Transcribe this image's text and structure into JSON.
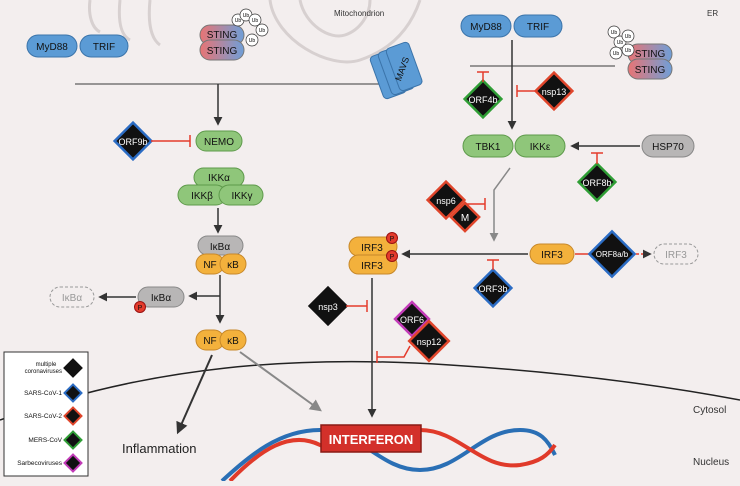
{
  "compartments": {
    "mitochondrion": "Mitochondrion",
    "er": "ER",
    "cytosol": "Cytosol",
    "nucleus": "Nucleus"
  },
  "left_pathway": {
    "myd88": "MyD88",
    "trif": "TRIF",
    "sting_top": "STING",
    "sting_bottom": "STING",
    "ub": "Ub",
    "mavs": "MAVS",
    "nemo": "NEMO",
    "ikka": "IKKα",
    "ikkb": "IKKβ",
    "ikky": "IKKγ",
    "ikba": "IκBα",
    "nf": "NF",
    "kb": "κB",
    "ikba_free": "IκBα",
    "ikba_degraded": "IκBα",
    "p": "P",
    "orf9b": "ORF9b",
    "inflammation": "Inflammation"
  },
  "right_pathway": {
    "myd88": "MyD88",
    "trif": "TRIF",
    "sting_top": "STING",
    "sting_bottom": "STING",
    "tbk1": "TBK1",
    "ikke": "IKKε",
    "hsp70": "HSP70",
    "irf3_top": "IRF3",
    "irf3_bottom": "IRF3",
    "irf3_free": "IRF3",
    "irf3_degraded": "IRF3",
    "orf4b": "ORF4b",
    "nsp13": "nsp13",
    "orf8b": "ORF8b",
    "nsp6": "nsp6",
    "m": "M",
    "orf3b": "ORF3b",
    "orf8ab": "ORF8a/b",
    "nsp3": "nsp3",
    "orf6": "ORF6",
    "nsp12": "nsp12",
    "interferon": "INTERFERON"
  },
  "legend": [
    {
      "label": "multiple coronaviruses",
      "color": "#111111"
    },
    {
      "label": "SARS-CoV-1",
      "color": "#2b6cc4"
    },
    {
      "label": "SARS-CoV-2",
      "color": "#e0452b"
    },
    {
      "label": "MERS-CoV",
      "color": "#2f9e35"
    },
    {
      "label": "Sarbecoviruses",
      "color": "#c23bb8"
    }
  ],
  "colors": {
    "adaptor_blue": "#5b9bd5",
    "kinase_green": "#8fc67a",
    "nfkb_orange": "#f3b13c",
    "gray_protein": "#b8b6b6",
    "inhibition_red": "#e43b2c",
    "dna_red": "#e03a2a",
    "dna_blue": "#2a6fb5",
    "interferon_box": "#d3302a"
  }
}
